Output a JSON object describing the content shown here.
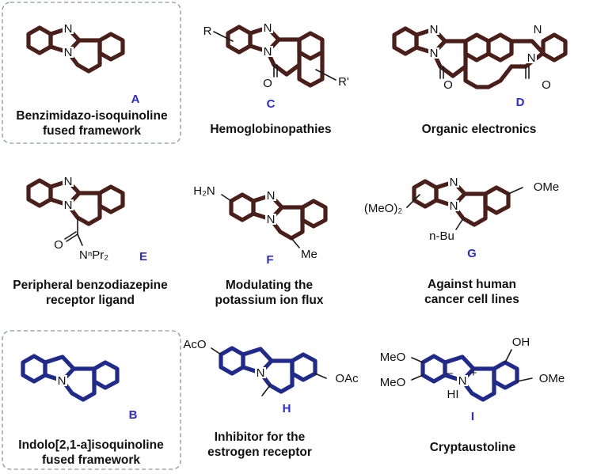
{
  "colors": {
    "benzimidazole_scaffold": "#4a1f1a",
    "indole_scaffold": "#1f2a8c",
    "compound_letter": "#2b2bd6",
    "frame": "#8a969c"
  },
  "compounds": [
    {
      "id": "A",
      "letter": "A",
      "caption": [
        "Benzimidazo-isoquinoline",
        "fused framework"
      ],
      "boxed": true
    },
    {
      "id": "C",
      "letter": "C",
      "caption": [
        "Hemoglobinopathies"
      ],
      "atoms": {
        "r": "R",
        "n1": "N",
        "n2": "N",
        "o": "O",
        "rp": "R'"
      }
    },
    {
      "id": "D",
      "letter": "D",
      "caption": [
        "Organic electronics"
      ],
      "atoms": {
        "n1": "N",
        "n2": "N",
        "n3": "N",
        "n4": "N",
        "o1": "O",
        "o2": "O"
      }
    },
    {
      "id": "E",
      "letter": "E",
      "caption": [
        "Peripheral benzodiazepine",
        "receptor ligand"
      ],
      "atoms": {
        "n1": "N",
        "n2": "N",
        "o": "O",
        "amide": "NⁿPr₂"
      }
    },
    {
      "id": "F",
      "letter": "F",
      "caption": [
        "Modulating the",
        "potassium ion flux"
      ],
      "atoms": {
        "nh2": "H₂N",
        "n1": "N",
        "n2": "N",
        "me": "Me"
      }
    },
    {
      "id": "G",
      "letter": "G",
      "caption": [
        "Against human",
        "cancer cell lines"
      ],
      "atoms": {
        "meo2": "(MeO)₂",
        "n1": "N",
        "n2": "N",
        "ome": "OMe",
        "nbu": "n-Bu"
      }
    },
    {
      "id": "B",
      "letter": "B",
      "caption": [
        "Indolo[2,1-a]isoquinoline",
        "fused framework"
      ],
      "boxed": true,
      "atoms": {
        "n": "N"
      }
    },
    {
      "id": "H",
      "letter": "H",
      "caption": [
        "Inhibitor for the",
        "estrogen receptor"
      ],
      "atoms": {
        "aco": "AcO",
        "n": "N",
        "oac": "OAc"
      }
    },
    {
      "id": "I",
      "letter": "I",
      "caption": [
        "Cryptaustoline"
      ],
      "atoms": {
        "meo1": "MeO",
        "meo2": "MeO",
        "n": "N",
        "plus": "+",
        "minus": "–",
        "hi": "HI",
        "oh": "OH",
        "ome": "OMe"
      }
    }
  ]
}
